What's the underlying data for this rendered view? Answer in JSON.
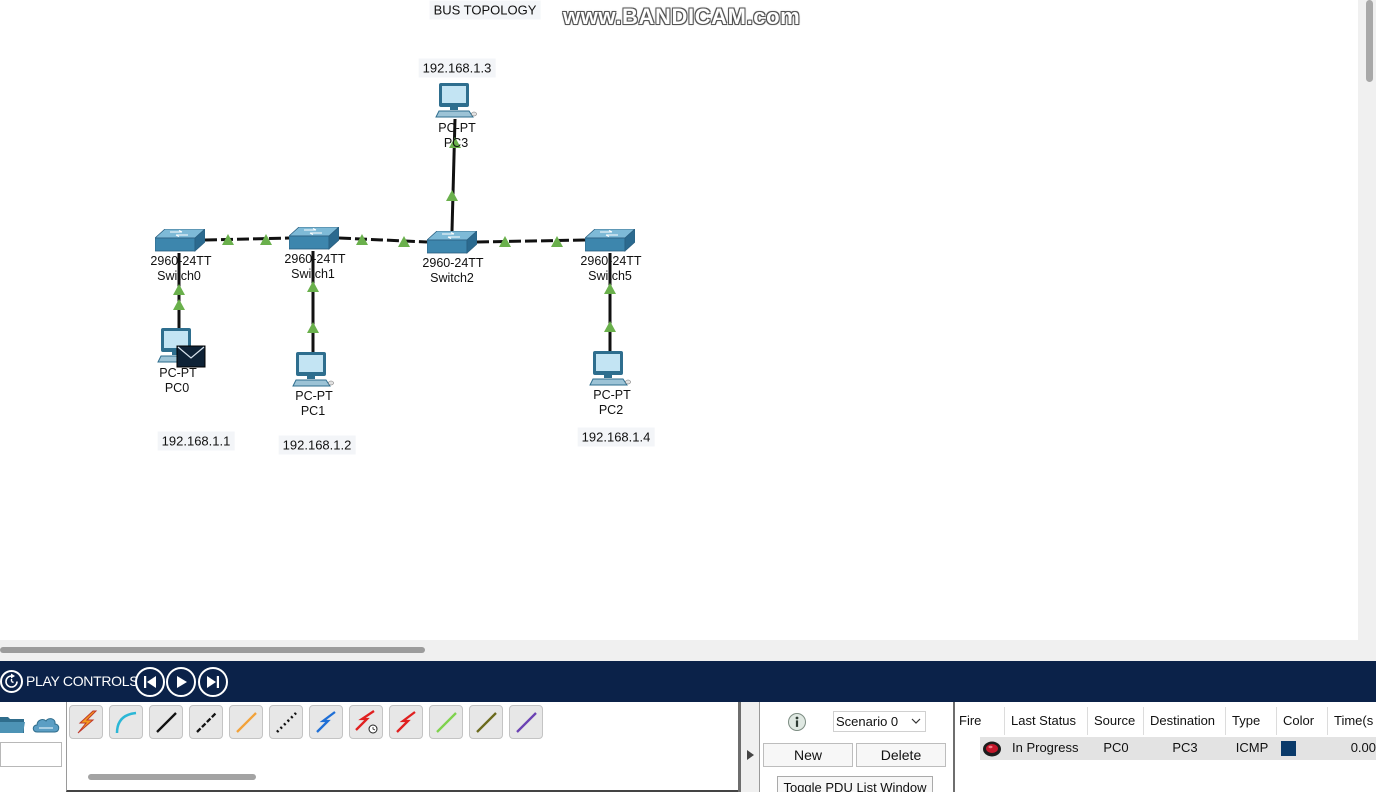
{
  "window": {
    "watermark": "www.BANDICAM.com"
  },
  "topology": {
    "title": "BUS TOPOLOGY",
    "pc0": {
      "model": "PC-PT",
      "name": "PC0",
      "ip": "192.168.1.1"
    },
    "pc1": {
      "model": "PC-PT",
      "name": "PC1",
      "ip": "192.168.1.2"
    },
    "pc2": {
      "model": "PC-PT",
      "name": "PC2",
      "ip": "192.168.1.4"
    },
    "pc3": {
      "model": "PC-PT",
      "name": "PC3",
      "ip": "192.168.1.3"
    },
    "switch0": {
      "model": "2960-24TT",
      "name": "Switch0"
    },
    "switch1": {
      "model": "2960-24TT",
      "name": "Switch1"
    },
    "switch2": {
      "model": "2960-24TT",
      "name": "Switch2"
    },
    "switch5": {
      "model": "2960-24TT",
      "name": "Switch5"
    },
    "link_light_color": "#6ab04c",
    "pdu_icon": "envelope-icon"
  },
  "play_controls": {
    "label": "PLAY CONTROLS:",
    "bar_color": "#0b2249",
    "icons": [
      "reset-simulation-icon",
      "back-icon",
      "play-icon",
      "forward-icon"
    ]
  },
  "device_categories": {
    "icons": [
      "folder-icon",
      "cloud-icon"
    ]
  },
  "connections": {
    "icons": [
      "automatic-cable-icon",
      "console-cable-icon",
      "straight-through-cable-icon",
      "cross-over-cable-icon",
      "fiber-cable-icon",
      "phone-cable-icon",
      "coaxial-cable-icon",
      "serial-dce-cable-icon",
      "serial-dte-cable-icon",
      "octal-cable-icon",
      "iot-cable-icon",
      "usb-cable-icon"
    ]
  },
  "scenario": {
    "selected": "Scenario 0",
    "new_label": "New",
    "delete_label": "Delete",
    "toggle_label": "Toggle PDU List Window"
  },
  "pdu_list": {
    "columns": [
      "Fire",
      "Last Status",
      "Source",
      "Destination",
      "Type",
      "Color",
      "Time(s"
    ],
    "rows": [
      {
        "fire_icon": "fire-icon",
        "last_status": "In Progress",
        "source": "PC0",
        "destination": "PC3",
        "type": "ICMP",
        "color": "#0a3a6a",
        "time": "0.00"
      }
    ]
  }
}
